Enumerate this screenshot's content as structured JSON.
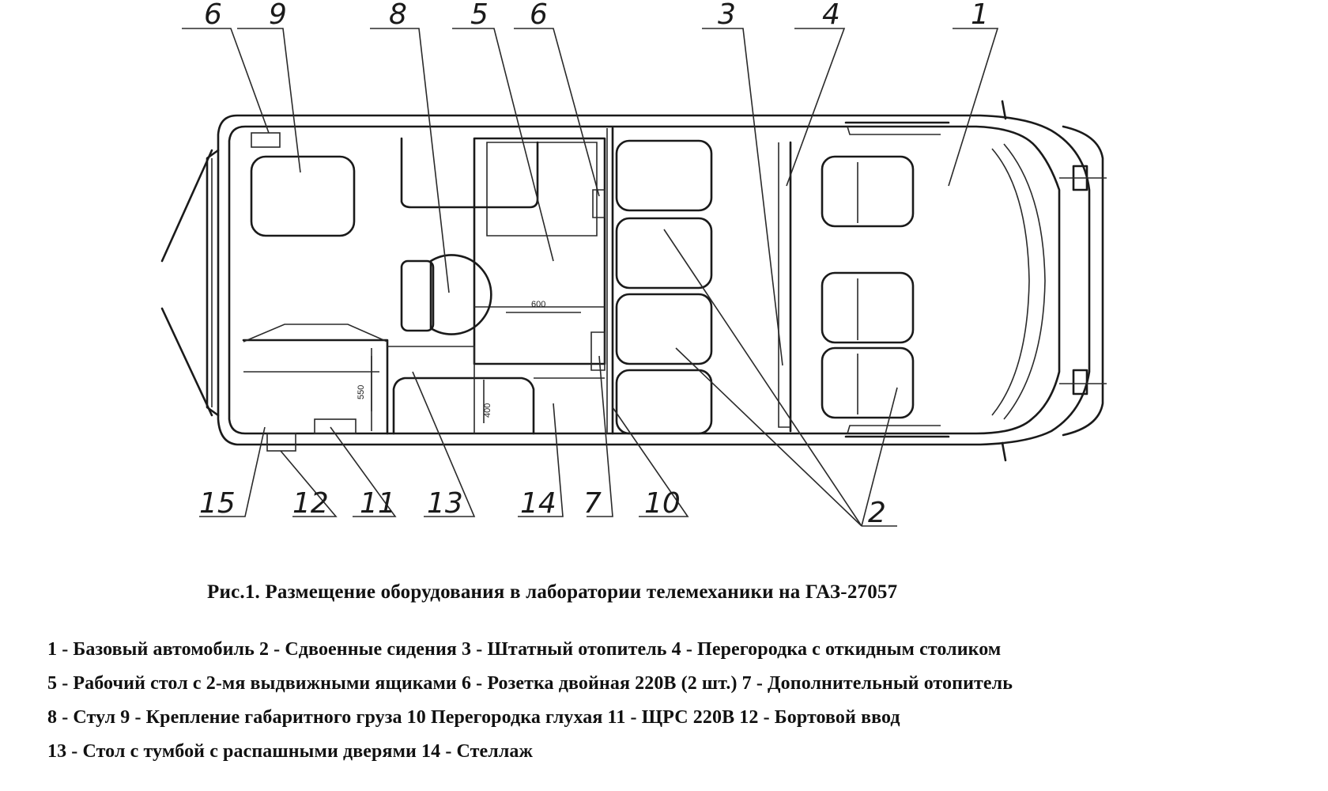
{
  "diagram": {
    "callouts": [
      "6",
      "9",
      "8",
      "5",
      "6",
      "3",
      "4",
      "1",
      "15",
      "12",
      "11",
      "13",
      "14",
      "7",
      "10",
      "2"
    ],
    "dimensions": [
      "600",
      "550",
      "400"
    ]
  },
  "caption": "Рис.1. Размещение оборудования в лаборатории телемеханики на ГАЗ-27057",
  "legend": {
    "lines": [
      "1 - Базовый автомобиль  2 -  Сдвоенные сидения  3 - Штатный отопитель 4 - Перегородка с откидным столиком",
      "5 - Рабочий стол с  2-мя выдвижными ящиками  6 - Розетка  двойная 220В (2 шт.) 7 - Дополнительный отопитель",
      "8 - Стул  9 - Крепление габаритного груза  10  Перегородка глухая     11 -  ЩРС 220В  12 - Бортовой ввод",
      "13 - Стол с тумбой  с распашными дверями  14 - Стеллаж"
    ]
  }
}
